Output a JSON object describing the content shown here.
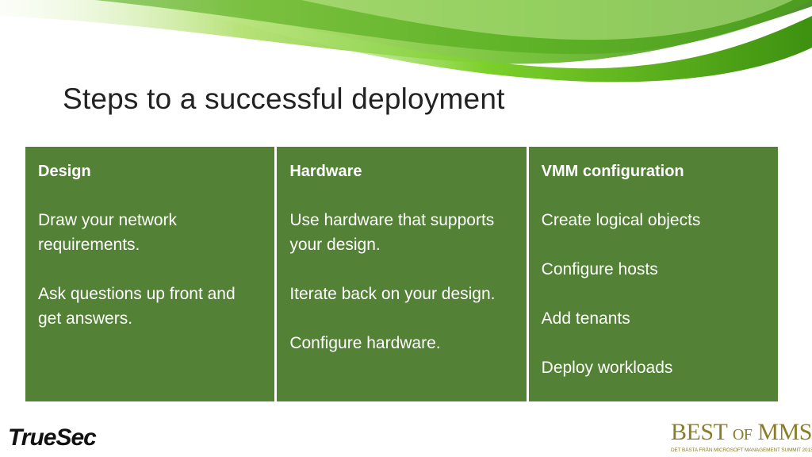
{
  "slide": {
    "title": "Steps to a successful deployment"
  },
  "columns": [
    {
      "heading": "Design",
      "paragraphs": [
        "Draw your network requirements.",
        "Ask questions up front and get answers."
      ]
    },
    {
      "heading": "Hardware",
      "paragraphs": [
        "Use hardware that supports your design.",
        "Iterate back on your design.",
        "Configure hardware."
      ]
    },
    {
      "heading": "VMM configuration",
      "paragraphs": [
        "Create logical objects",
        "Configure hosts",
        "Add tenants",
        "Deploy workloads"
      ]
    }
  ],
  "footer": {
    "left_logo": "TrueSec",
    "right_logo_main_1": "BEST",
    "right_logo_of": "OF",
    "right_logo_main_2": "MMS",
    "right_logo_tagline": "DET BÄSTA FRÅN MICROSOFT MANAGEMENT SUMMIT 2013"
  },
  "colors": {
    "card_background": "#538135",
    "accent_green": "#6dc420",
    "logo_gold": "#8a7d2c"
  }
}
